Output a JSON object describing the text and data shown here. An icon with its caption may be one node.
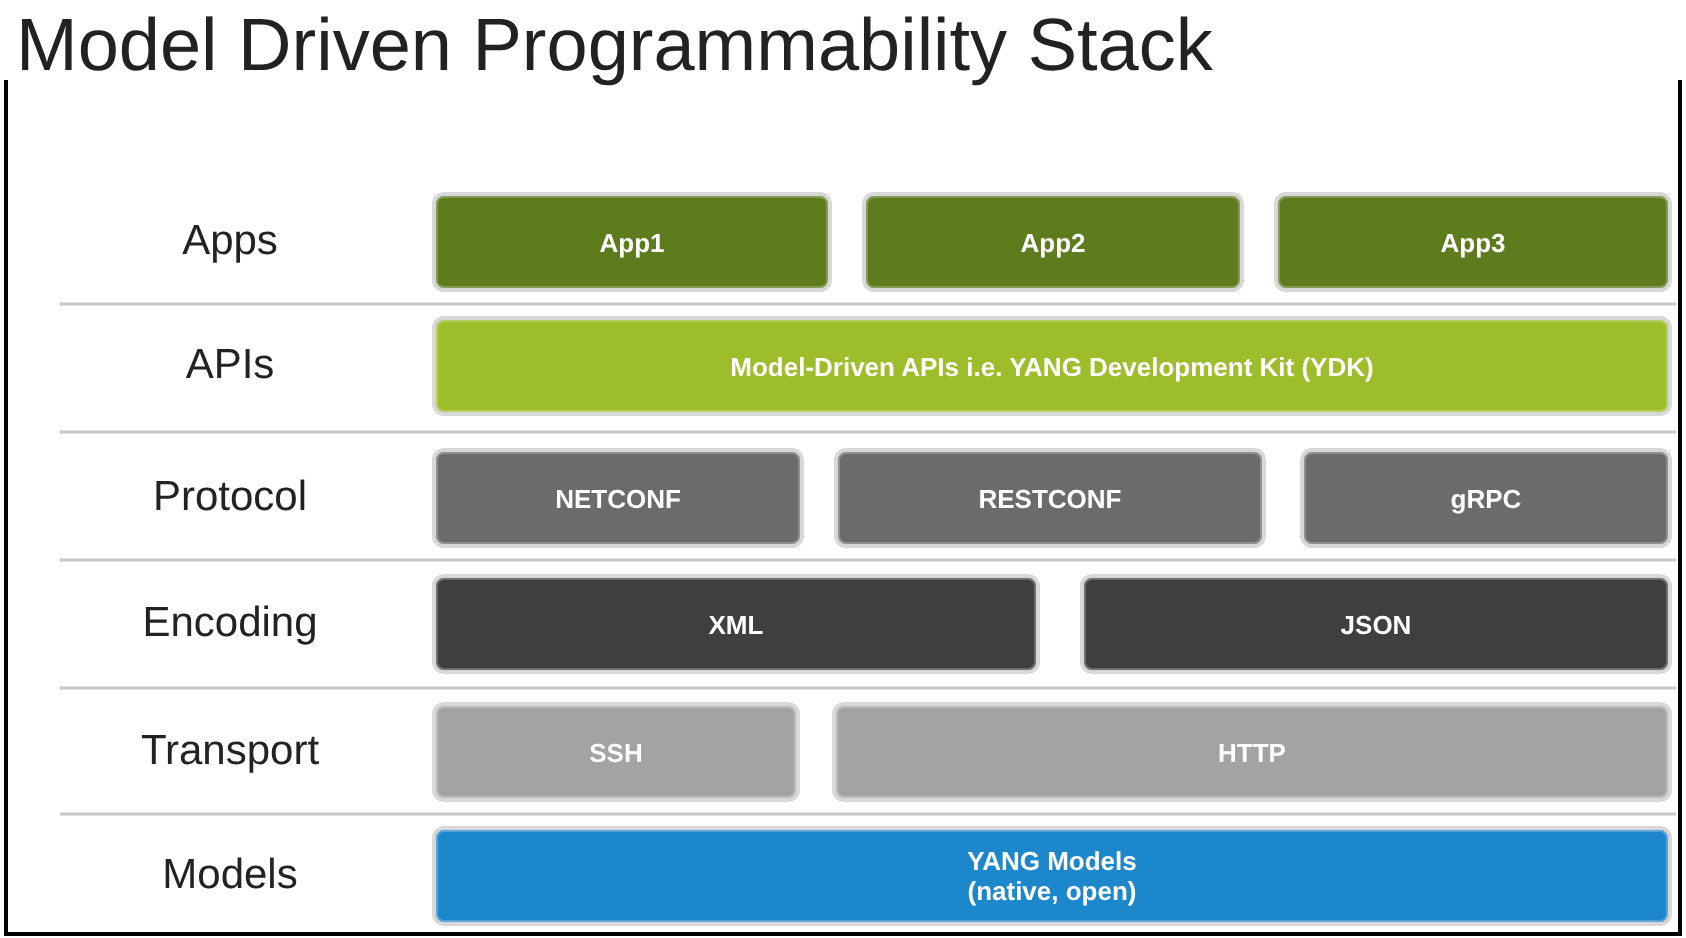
{
  "diagram": {
    "title": "Model Driven Programmability Stack",
    "nodes": [
      {
        "text": [
          "App1"
        ]
      },
      {
        "text": [
          "App2"
        ]
      },
      {
        "text": [
          "App3"
        ]
      },
      {
        "text": [
          "Model-Driven APIs i.e. YANG Development Kit (YDK)"
        ]
      },
      {
        "text": [
          "NETCONF"
        ]
      },
      {
        "text": [
          "RESTCONF"
        ]
      },
      {
        "text": [
          "gRPC"
        ]
      },
      {
        "text": [
          "XML"
        ]
      },
      {
        "text": [
          "JSON"
        ]
      },
      {
        "text": [
          "SSH"
        ]
      },
      {
        "text": [
          "HTTP"
        ]
      },
      {
        "text": [
          "YANG Models (native, open)"
        ]
      }
    ],
    "labels": [
      "Apps",
      "APIs",
      "Protocol",
      "Encoding",
      "Transport",
      "Models"
    ]
  }
}
